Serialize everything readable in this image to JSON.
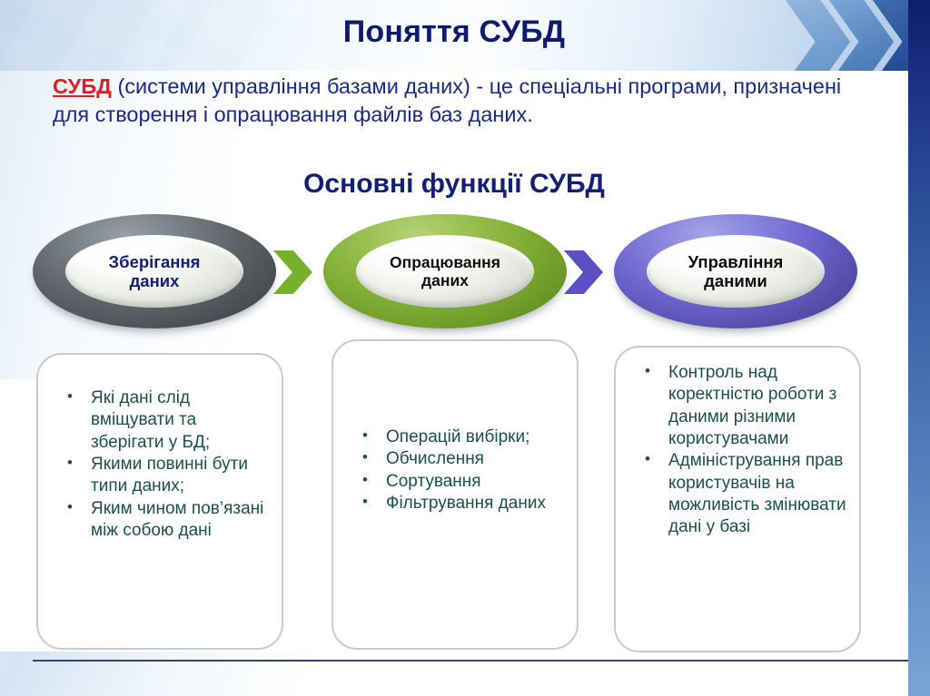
{
  "slide": {
    "title": "Поняття СУБД",
    "lead": {
      "keyword": "СУБД",
      "rest": " (системи управління базами даних) - це спеціальні програми, призначені для створення і опрацювання файлів баз даних."
    },
    "section_title": "Основні функції СУБД"
  },
  "flow": {
    "nodes": [
      {
        "id": "store",
        "line1": "Зберігання",
        "line2": "даних",
        "ring_color": "#5d6368",
        "text_color": "#141f75"
      },
      {
        "id": "process",
        "line1": "Опрацювання",
        "line2": "даних",
        "ring_color": "#7fad33",
        "text_color": "#101010"
      },
      {
        "id": "manage",
        "line1": "Управління",
        "line2": "даними",
        "ring_color": "#6a61cc",
        "text_color": "#0c0c0c"
      }
    ],
    "arrows": [
      {
        "id": "arrow-1",
        "color": "#76b12e"
      },
      {
        "id": "arrow-2",
        "color": "#5b4fc4"
      }
    ]
  },
  "boxes": [
    {
      "id": "box-1",
      "items": [
        "Які дані слід вміщувати та зберігати у БД;",
        "Якими повинні бути типи даних;",
        "Яким чином пов’язані між собою дані"
      ]
    },
    {
      "id": "box-2",
      "items": [
        "Операцій вибірки;",
        "Обчислення",
        "Сортування",
        "Фільтрування даних"
      ]
    },
    {
      "id": "box-3",
      "items": [
        "Контроль над коректністю роботи з даними різними користувачами",
        "Адміністрування прав користувачів на можливість змінювати дані у базі"
      ]
    }
  ],
  "decor": {
    "chevrons": [
      "chevron-light",
      "chevron-mid",
      "chevron-dark"
    ],
    "right_bar_top_color": "#0c1d6b",
    "right_bar_bottom_color": "#7aa4d4",
    "bottom_rule_color": "#3a3f7a"
  }
}
